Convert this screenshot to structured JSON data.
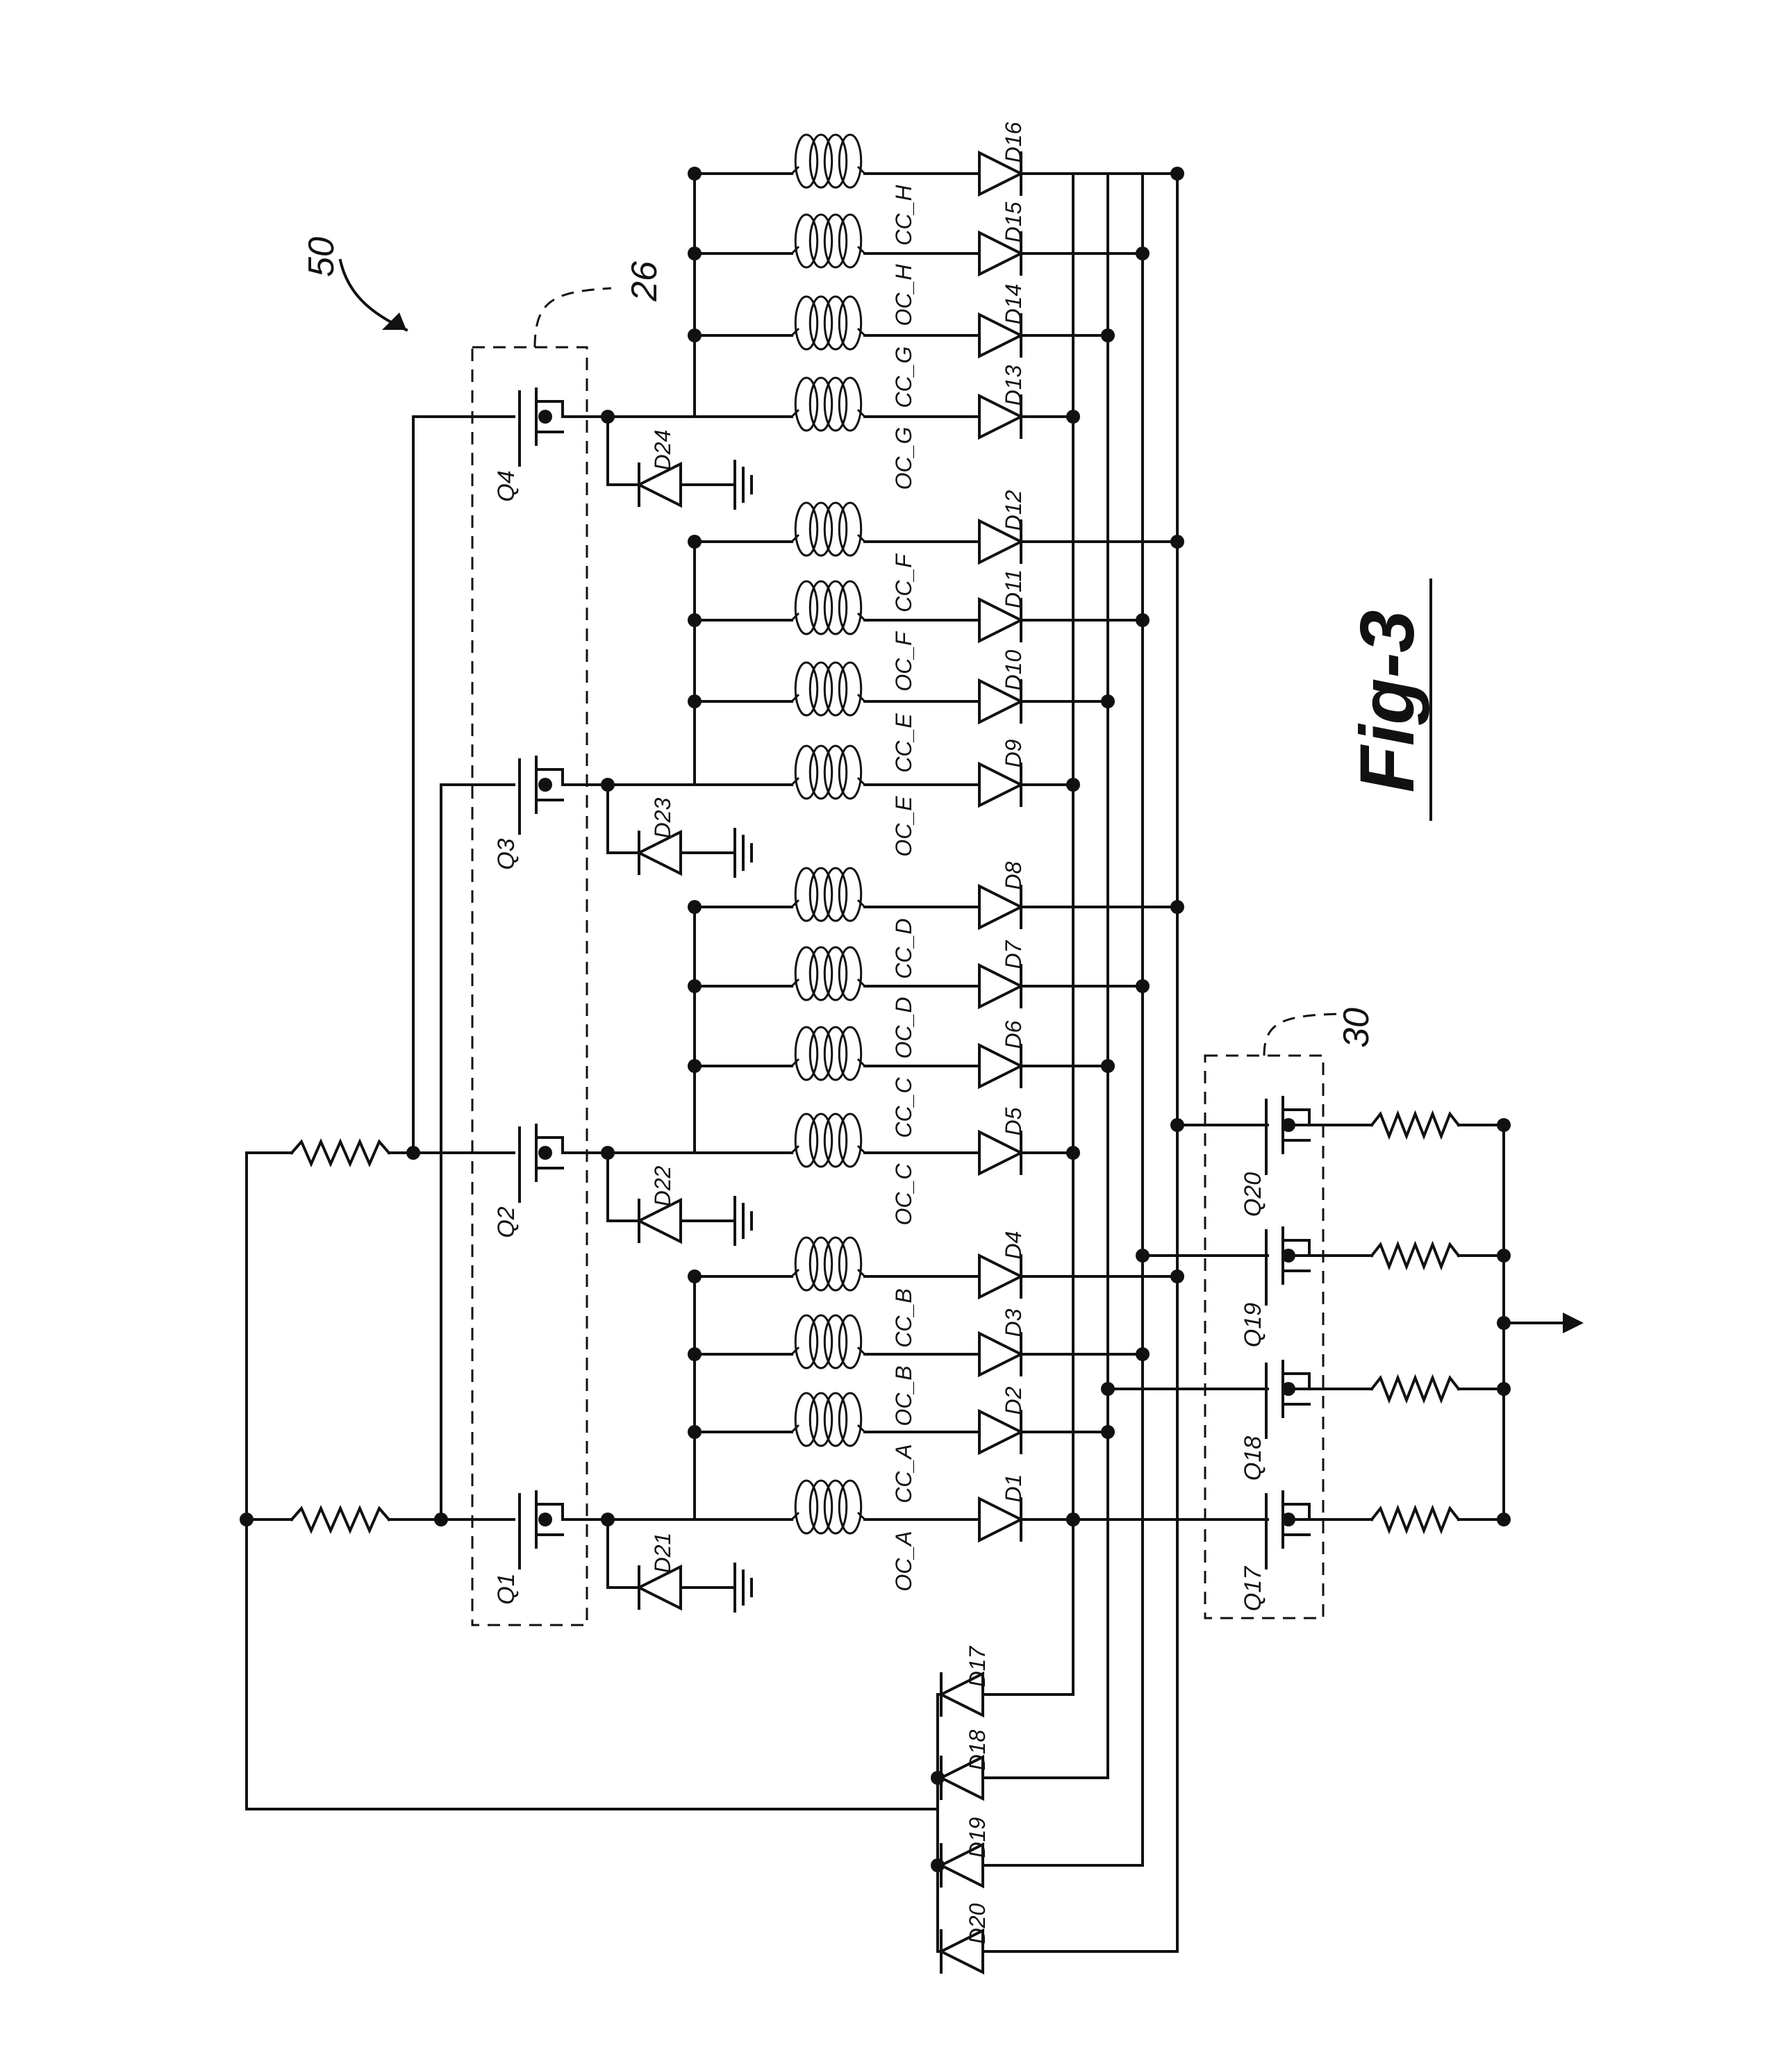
{
  "figure_label": "Fig-3",
  "reference_numerals": {
    "circuit": "50",
    "switch_group_top": "26",
    "switch_group_output": "30"
  },
  "transistors": {
    "drive": [
      "Q1",
      "Q2",
      "Q3",
      "Q4"
    ],
    "output": [
      "Q17",
      "Q18",
      "Q19",
      "Q20"
    ]
  },
  "coils": [
    {
      "id": "OC_A",
      "diode": "D1"
    },
    {
      "id": "CC_A",
      "diode": "D2"
    },
    {
      "id": "OC_B",
      "diode": "D3"
    },
    {
      "id": "CC_B",
      "diode": "D4"
    },
    {
      "id": "OC_C",
      "diode": "D5"
    },
    {
      "id": "CC_C",
      "diode": "D6"
    },
    {
      "id": "OC_D",
      "diode": "D7"
    },
    {
      "id": "CC_D",
      "diode": "D8"
    },
    {
      "id": "OC_E",
      "diode": "D9"
    },
    {
      "id": "CC_E",
      "diode": "D10"
    },
    {
      "id": "OC_F",
      "diode": "D11"
    },
    {
      "id": "CC_F",
      "diode": "D12"
    },
    {
      "id": "OC_G",
      "diode": "D13"
    },
    {
      "id": "CC_G",
      "diode": "D14"
    },
    {
      "id": "OC_H",
      "diode": "D15"
    },
    {
      "id": "CC_H",
      "diode": "D16"
    }
  ],
  "freewheel_diodes": [
    "D21",
    "D22",
    "D23",
    "D24"
  ],
  "return_diodes": [
    "D17",
    "D18",
    "D19",
    "D20"
  ]
}
